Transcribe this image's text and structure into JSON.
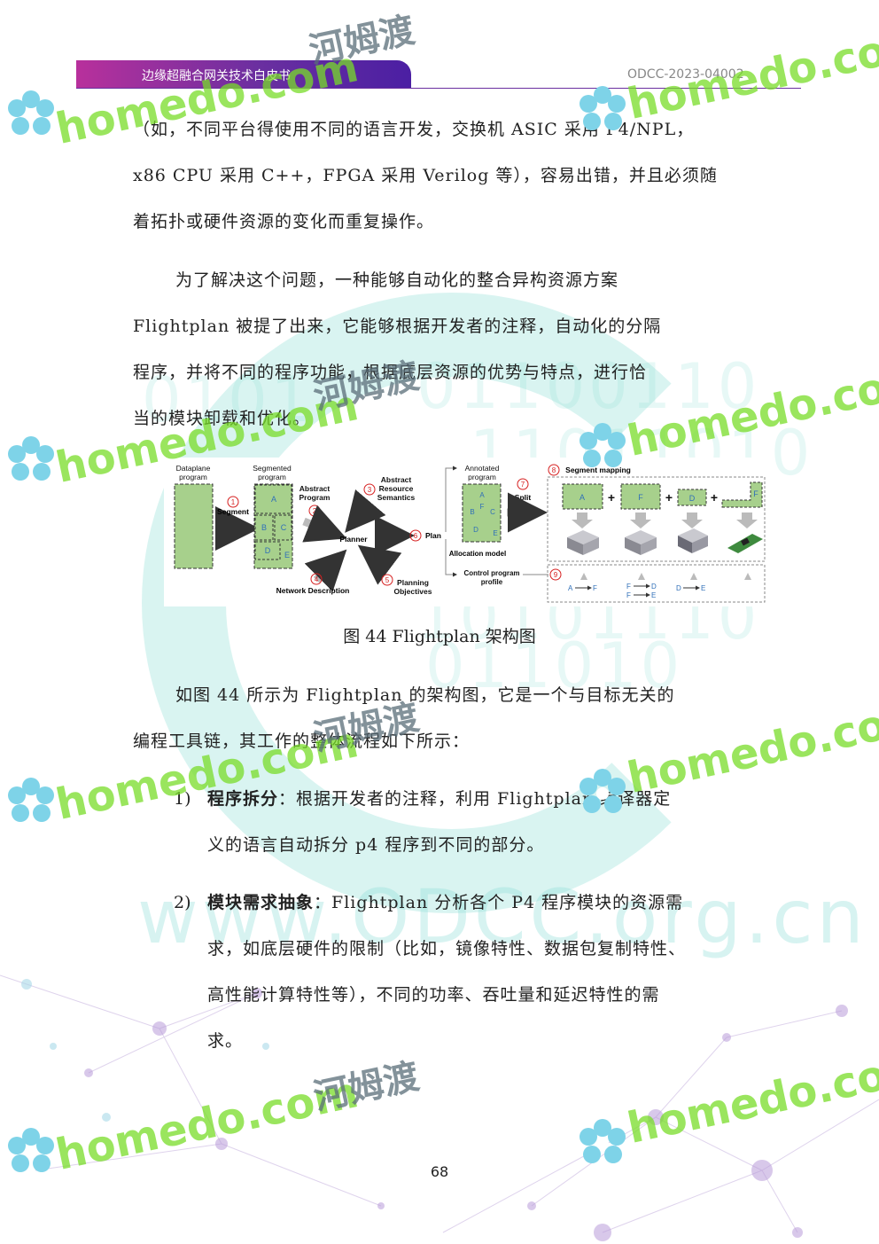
{
  "header": {
    "title": "边缘超融合网关技术白皮书",
    "code": "ODCC-2023-04002"
  },
  "watermark": {
    "text_en": "homedo.com",
    "text_cn": "河姆渡",
    "site": "www.ODCC.org.cn"
  },
  "paragraphs": {
    "p1": [
      "（如，不同平台得使用不同的语言开发，交换机 ASIC 采用 P4/NPL，",
      "x86 CPU 采用 C++，FPGA 采用 Verilog 等），容易出错，并且必须随",
      "着拓扑或硬件资源的变化而重复操作。"
    ],
    "p2": [
      "为了解决这个问题，一种能够自动化的整合异构资源方案",
      "Flightplan 被提了出来，它能够根据开发者的注释，自动化的分隔",
      "程序，并将不同的程序功能，根据底层资源的优势与特点，进行恰",
      "当的模块卸载和优化。"
    ],
    "p3": [
      "如图 44 所示为  Flightplan 的架构图，它是一个与目标无关的",
      "编程工具链，其工作的整体流程如下所示："
    ]
  },
  "list": [
    {
      "num": "1)",
      "term": "程序拆分",
      "lines": [
        "：根据开发者的注释，利用 Flightplan 编译器定",
        "义的语言自动拆分 p4 程序到不同的部分。"
      ]
    },
    {
      "num": "2)",
      "term": "模块需求抽象",
      "lines": [
        "：Flightplan 分析各个 P4 程序模块的资源需",
        "求，如底层硬件的限制（比如，镜像特性、数据包复制特性、",
        "高性能计算特性等），不同的功率、吞吐量和延迟特性的需",
        "求。"
      ]
    }
  ],
  "figure": {
    "caption": "图 44 Flightplan 架构图",
    "dataplane_program": [
      "Dataplane",
      "program"
    ],
    "segmented_program": [
      "Segmented",
      "program"
    ],
    "annotated_program": [
      "Annotated",
      "program"
    ],
    "segment_label": "Segment",
    "abstract_program": [
      "Abstract",
      "Program"
    ],
    "abstract_resource": [
      "Abstract",
      "Resource",
      "Semantics"
    ],
    "planner": "Planner",
    "plan": "Plan",
    "split": "Split",
    "network_description": "Network Description",
    "planning_objectives": [
      "Planning",
      "Objectives"
    ],
    "allocation_model": "Allocation model",
    "control_program": [
      "Control program",
      "profile"
    ],
    "segment_mapping": "Segment mapping",
    "steps": [
      "1",
      "2",
      "3",
      "4",
      "5",
      "6",
      "7",
      "8",
      "9"
    ],
    "blocks": [
      "A",
      "B",
      "C",
      "D",
      "E",
      "F"
    ],
    "plus": "+",
    "flow1": [
      "A",
      "F"
    ],
    "flow2": [
      "F",
      "D",
      "F",
      "E"
    ],
    "flow3": [
      "D",
      "E"
    ]
  },
  "page_number": "68",
  "colors": {
    "header_start": "#b8309c",
    "header_end": "#4b1fa3",
    "step_red": "#d62020",
    "block_green": "#a7d08c",
    "block_letter": "#2f6fb8"
  }
}
